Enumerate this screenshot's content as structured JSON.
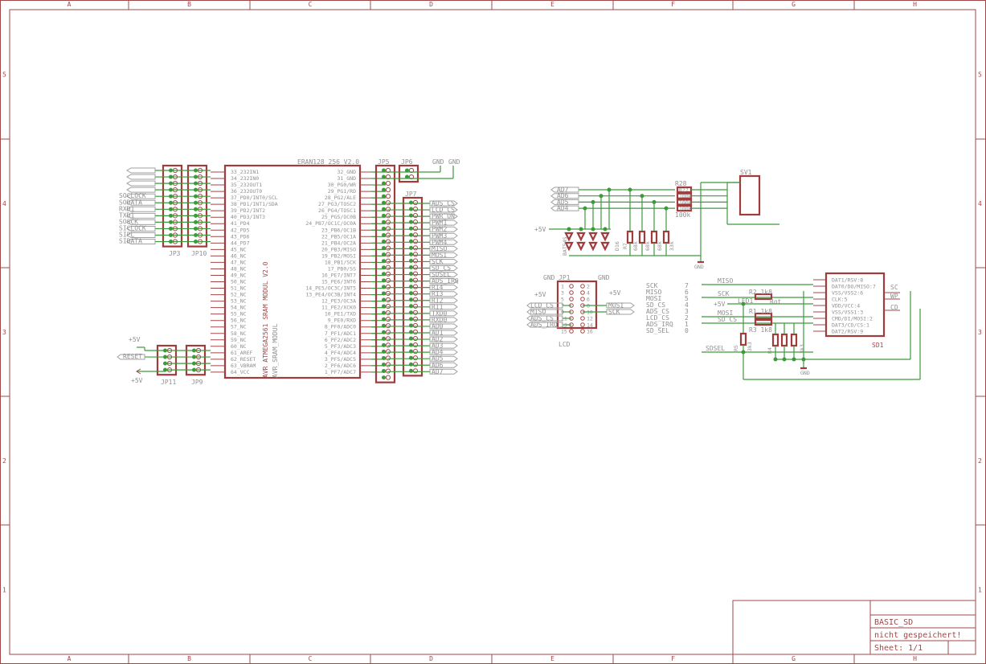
{
  "frame": {
    "columns": [
      "A",
      "B",
      "C",
      "D",
      "E",
      "F",
      "G",
      "H"
    ],
    "rows": [
      "5",
      "4",
      "3",
      "2",
      "1"
    ]
  },
  "module": {
    "name": "ERAN128_256_V2.0",
    "value": "AVR_SRAM_MODUL",
    "title": "AVR ATMEGA2561 SRAM MODUL V2.0",
    "left_pins": [
      "33_232IN1",
      "34_232IN0",
      "35_232OUT1",
      "36_232OUT0",
      "37_PD0/INT0/SCL",
      "38_PD1/INT1/SDA",
      "39_PD2/INT2",
      "40_PD3/INT3",
      "41_PD4",
      "42_PD5",
      "43_PD6",
      "44_PD7",
      "45_NC",
      "46_NC",
      "47_NC",
      "48_NC",
      "49_NC",
      "50_NC",
      "51_NC",
      "52_NC",
      "53_NC",
      "54_NC",
      "55_NC",
      "56_NC",
      "57_NC",
      "58_NC",
      "59_NC",
      "60_NC",
      "61_AREF",
      "62_RESET",
      "63_VBRAM",
      "64_VCC"
    ],
    "right_pins": [
      "32_GND",
      "31_GND",
      "30_PG0/WR",
      "29_PG1/RD",
      "28_PG2/ALE",
      "27_PG3/TOSC2",
      "26_PG4/TOSC1",
      "25_PG5/OC0B",
      "24_PB7/OC1C/OC0A",
      "23_PB6/OC1B",
      "22_PB5/OC1A",
      "21_PB4/OC2A",
      "20_PB3/MISO",
      "19_PB2/MOSI",
      "18_PB1/SCK",
      "17_PB0/SS",
      "16_PE7/INT7",
      "15_PE6/INT6",
      "14_PE5/OC3C/INT5",
      "13_PE4/OC3B/INT4",
      "12_PE3/OC3A",
      "11_PE2/XCK0",
      "10_PE1/TXD",
      "9_PE0/RXD",
      "8_PF0/ADC0",
      "7_PF1/ADC1",
      "6_PF2/ADC2",
      "5_PF3/ADC3",
      "4_PF4/ADC4",
      "3_PF5/ADC5",
      "2_PF6/ADC6",
      "1_PF7/ADC7"
    ]
  },
  "headers": {
    "jp3": "JP3",
    "jp10": "JP10",
    "jp11": "JP11",
    "jp9": "JP9",
    "jp5": "JP5",
    "jp6": "JP6",
    "jp7": "JP7",
    "jp1": "JP1",
    "lcd": "LCD",
    "sv1": "SV1",
    "sd1": "SD1"
  },
  "jp3_labels": [
    "",
    "",
    "",
    "",
    "SOCLOCK",
    "SODATA",
    "RXD1",
    "TXD1",
    "SOSCK",
    "SICLOCK",
    "SIPL",
    "SIDATA"
  ],
  "jp7_labels": [
    "ADS_CS",
    "LCD_CS",
    "PWR_ON",
    "PWM1",
    "PWM2",
    "PWM3",
    "PWM4",
    "MISO",
    "MOSI",
    "SCK",
    "SD_CS",
    "SDSEL",
    "ADS_IRQ",
    "RI4",
    "RI3",
    "RI2",
    "RI1",
    "TXD0",
    "RXD0",
    "AD0",
    "AD1",
    "AD2",
    "AD3",
    "AD4",
    "AD5",
    "AD6",
    "AD7"
  ],
  "power": {
    "p5v": "+5V",
    "gnd": "GND",
    "reset": "RESET"
  },
  "ad_labels": [
    "AD7",
    "AD6",
    "AD5",
    "AD4"
  ],
  "res_net": {
    "name": "R28",
    "values": [
      "R27",
      "100k",
      "100k",
      "100k"
    ],
    "bottom": "100k",
    "diodes": "BAT54S",
    "d16": "D16",
    "r7": "R7",
    "r_vals": [
      "68k",
      "68k",
      "68k",
      "33k"
    ]
  },
  "lcd": {
    "left": [
      "LCD_CS",
      "MISO",
      "ADS_CS",
      "ADS_IRQ"
    ],
    "right": [
      "MOSI",
      "SCK"
    ],
    "pins_odd": [
      "1",
      "3",
      "5",
      "7",
      "9",
      "11",
      "13",
      "15"
    ],
    "pins_even": [
      "2",
      "4",
      "6",
      "8",
      "10",
      "12",
      "14",
      "16"
    ]
  },
  "spi_table": [
    [
      "SCK",
      "7"
    ],
    [
      "MISO",
      "6"
    ],
    [
      "MOSI",
      "5"
    ],
    [
      "SD_CS",
      "4"
    ],
    [
      "ADS_CS",
      "3"
    ],
    [
      "LCD_CS",
      "2"
    ],
    [
      "ADS_IRQ",
      "1"
    ],
    [
      "SD_SEL",
      "0"
    ]
  ],
  "sd": {
    "pins": [
      "DAT1/RSV:8",
      "DAT0/DO/MISO:7",
      "VSS/VSS2:6",
      "CLK:5",
      "VDD/VCC:4",
      "VSS/VSS1:3",
      "CMD/DI/MOSI:2",
      "DAT3/CD/CS:1",
      "DAT2/RSV:9"
    ],
    "right": [
      "SC",
      "WP",
      "CD"
    ],
    "nets": [
      "MISO",
      "SCK",
      "MOSI",
      "SD_CS",
      "SDSEL"
    ],
    "r2": "R2 1k8",
    "r1": "R1 1k8",
    "r3": "R3 1k8",
    "led": "LED1",
    "rot": "Rot",
    "r5": "R5",
    "r5v": "3k3",
    "r4": "R4",
    "r4v": "3k3",
    "gnd": "GND"
  },
  "title_block": {
    "title": "BASIC_SD",
    "status": "nicht gespeichert!",
    "sheet": "Sheet: 1/1"
  }
}
